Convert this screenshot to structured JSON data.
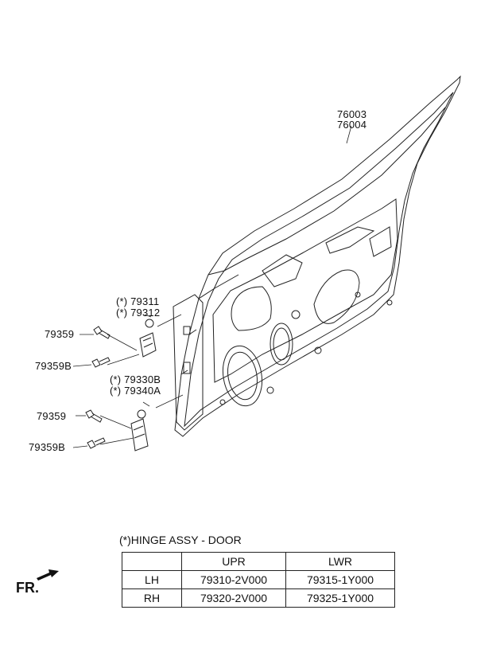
{
  "labels": {
    "door_panel": [
      "76003",
      "76004"
    ],
    "upper_hinge_assy": [
      "(*) 79311",
      "(*) 79312"
    ],
    "lower_hinge_assy": [
      "(*) 79330B",
      "(*) 79340A"
    ],
    "bolt_upper_1": "79359",
    "bolt_upper_2": "79359B",
    "bolt_lower_1": "79359",
    "bolt_lower_2": "79359B"
  },
  "table": {
    "note": "(*)HINGE ASSY - DOOR",
    "headers": [
      "",
      "UPR",
      "LWR"
    ],
    "rows": [
      [
        "LH",
        "79310-2V000",
        "79315-1Y000"
      ],
      [
        "RH",
        "79320-2V000",
        "79325-1Y000"
      ]
    ]
  },
  "direction_label": "FR."
}
